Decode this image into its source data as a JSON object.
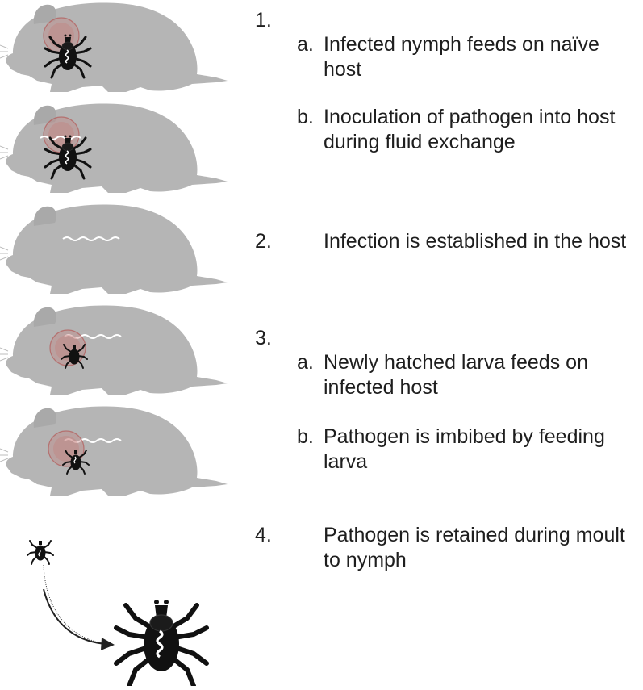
{
  "steps": [
    {
      "number": "1.",
      "substeps": [
        {
          "letter": "a.",
          "text": "Infected nymph feeds on naïve host"
        },
        {
          "letter": "b.",
          "text": "Inoculation of pathogen into host during fluid exchange"
        }
      ]
    },
    {
      "number": "2.",
      "text": "Infection is established in the host"
    },
    {
      "number": "3.",
      "substeps": [
        {
          "letter": "a.",
          "text": "Newly hatched larva feeds on infected host"
        },
        {
          "letter": "b.",
          "text": "Pathogen is imbibed by feeding larva"
        }
      ]
    },
    {
      "number": "4.",
      "text": "Pathogen is retained during moult to nymph"
    }
  ],
  "colors": {
    "rodent": "#b5b5b5",
    "tick": "#111111",
    "pathogen": "#ffffff",
    "bite_halo": "#c47a78",
    "text": "#1e1e1e"
  },
  "icons": [
    "rodent-silhouette-icon",
    "tick-nymph-icon",
    "tick-larva-icon",
    "pathogen-squiggle-icon",
    "bite-halo-icon",
    "curved-arrow-icon"
  ]
}
